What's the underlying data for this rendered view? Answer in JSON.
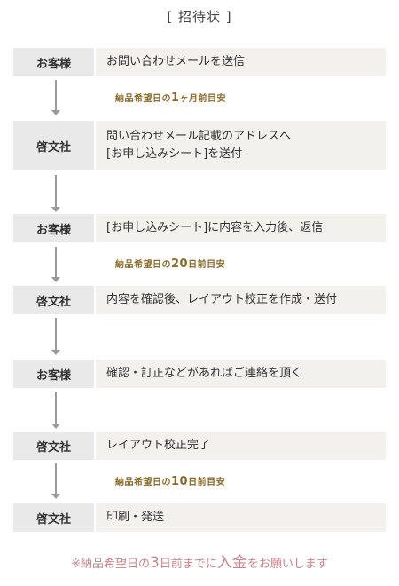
{
  "title": "[ 招待状 ]",
  "steps": [
    {
      "actor": "お客様",
      "lines": [
        "お問い合わせメールを送信"
      ]
    },
    {
      "actor": "啓文社",
      "lines": [
        "問い合わせメール記載のアドレスへ",
        "[お申し込みシート]を送付"
      ]
    },
    {
      "actor": "お客様",
      "lines": [
        "[お申し込みシート]に内容を入力後、返信"
      ]
    },
    {
      "actor": "啓文社",
      "lines": [
        "内容を確認後、レイアウト校正を作成・送付"
      ]
    },
    {
      "actor": "お客様",
      "lines": [
        "確認・訂正などがあればご連絡を頂く"
      ]
    },
    {
      "actor": "啓文社",
      "lines": [
        "レイアウト校正完了"
      ]
    },
    {
      "actor": "啓文社",
      "lines": [
        "印刷・発送"
      ]
    }
  ],
  "notes": [
    {
      "pre": "納品希望日の",
      "num": "1",
      "post": "ヶ月前目安"
    },
    {
      "pre": "納品希望日の",
      "num": "20",
      "post": "日前目安"
    },
    {
      "pre": "納品希望日の",
      "num": "10",
      "post": "日前目安"
    }
  ],
  "footer": {
    "pre": "※納品希望日の",
    "num": "3",
    "mid": "日前までに",
    "emph": "入金",
    "post": "をお願いします"
  },
  "colors": {
    "actor_bg": "#e9e9e9",
    "desc_bg": "#f2f1ed",
    "note_text": "#8a6a2a",
    "footer_text": "#c9868a",
    "arrow": "#9a9a9a"
  }
}
